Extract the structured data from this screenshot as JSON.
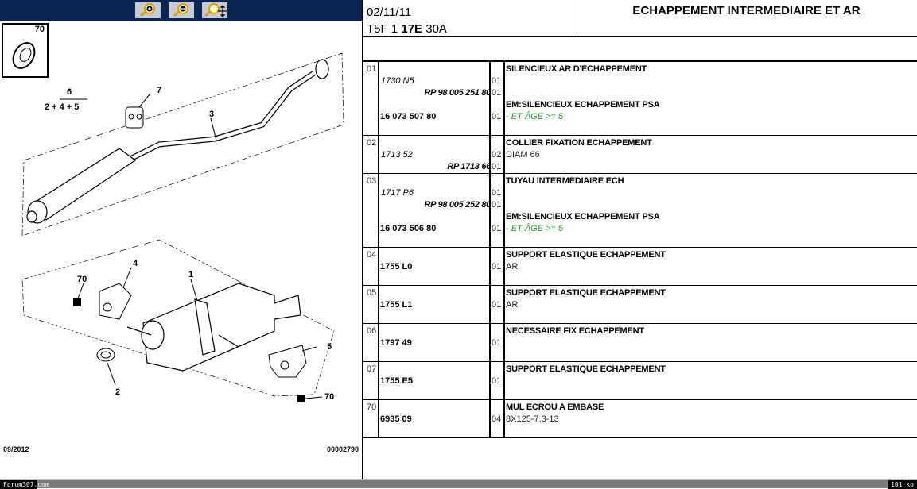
{
  "toolbar": {
    "zoom_in": "zoom-in",
    "zoom_out": "zoom-out",
    "zoom_pan": "zoom-pan"
  },
  "diagram": {
    "callouts": [
      "70",
      "6",
      "2 + 4 + 5",
      "7",
      "3",
      "4",
      "70",
      "1",
      "5",
      "2",
      "70"
    ],
    "inset_label": "70",
    "date": "09/2012",
    "ref": "00002790"
  },
  "header": {
    "date": "02/11/11",
    "code_pre": "T5F 1 ",
    "code_bold": "17E",
    "code_post": " 30A",
    "title": "ECHAPPEMENT INTERMEDIAIRE ET AR"
  },
  "rows": [
    {
      "num": "01",
      "lines": [
        {
          "desc": "SILENCIEUX AR D'ECHAPPEMENT",
          "desc_style": "bold"
        },
        {
          "ref": "1730 N5",
          "ref_style": "italic",
          "qty": "01"
        },
        {
          "ref": "RP 98 005 251 80",
          "ref_style": "rp",
          "qty": "01"
        },
        {
          "desc": "EM:SILENCIEUX ECHAPPEMENT PSA",
          "desc_style": "bold"
        },
        {
          "ref": "16 073 507 80",
          "ref_style": "bold",
          "qty": "01",
          "desc": "- ET ÂGE >= 5",
          "desc_style": "green"
        },
        {}
      ]
    },
    {
      "num": "02",
      "lines": [
        {
          "desc": "COLLIER FIXATION ECHAPPEMENT",
          "desc_style": "bold"
        },
        {
          "ref": "1713 52",
          "ref_style": "italic",
          "qty": "02",
          "desc": "DIAM 66"
        },
        {
          "ref": "RP 1713 66",
          "ref_style": "rp",
          "qty": "01"
        }
      ]
    },
    {
      "num": "03",
      "lines": [
        {
          "desc": "TUYAU INTERMEDIAIRE ECH",
          "desc_style": "bold"
        },
        {
          "ref": "1717 P6",
          "ref_style": "italic",
          "qty": "01"
        },
        {
          "ref": "RP 98 005 252 80",
          "ref_style": "rp",
          "qty": "01"
        },
        {
          "desc": "EM:SILENCIEUX ECHAPPEMENT PSA",
          "desc_style": "bold"
        },
        {
          "ref": "16 073 506 80",
          "ref_style": "bold",
          "qty": "01",
          "desc": "- ET ÂGE >= 5",
          "desc_style": "green"
        },
        {}
      ]
    },
    {
      "num": "04",
      "lines": [
        {
          "desc": "SUPPORT ELASTIQUE ECHAPPEMENT",
          "desc_style": "bold"
        },
        {
          "ref": "1755 L0",
          "ref_style": "bold",
          "qty": "01",
          "desc": "AR"
        },
        {}
      ]
    },
    {
      "num": "05",
      "lines": [
        {
          "desc": "SUPPORT ELASTIQUE ECHAPPEMENT",
          "desc_style": "bold"
        },
        {
          "ref": "1755 L1",
          "ref_style": "bold",
          "qty": "01",
          "desc": "AR"
        },
        {}
      ]
    },
    {
      "num": "06",
      "lines": [
        {
          "desc": "NECESSAIRE FIX ECHAPPEMENT",
          "desc_style": "bold"
        },
        {
          "ref": "1797 49",
          "ref_style": "bold",
          "qty": "01"
        },
        {}
      ]
    },
    {
      "num": "07",
      "lines": [
        {
          "desc": "SUPPORT ELASTIQUE ECHAPPEMENT",
          "desc_style": "bold"
        },
        {
          "ref": "1755 E5",
          "ref_style": "bold",
          "qty": "01"
        },
        {}
      ]
    },
    {
      "num": "70",
      "lines": [
        {
          "desc": "MUL ECROU A EMBASE",
          "desc_style": "bold"
        },
        {
          "ref": "6935 09",
          "ref_style": "bold",
          "qty": "04",
          "desc": "8X125-7,3-13"
        },
        {}
      ]
    }
  ],
  "status": {
    "left": "Forum307.com",
    "right": "101 ko"
  }
}
